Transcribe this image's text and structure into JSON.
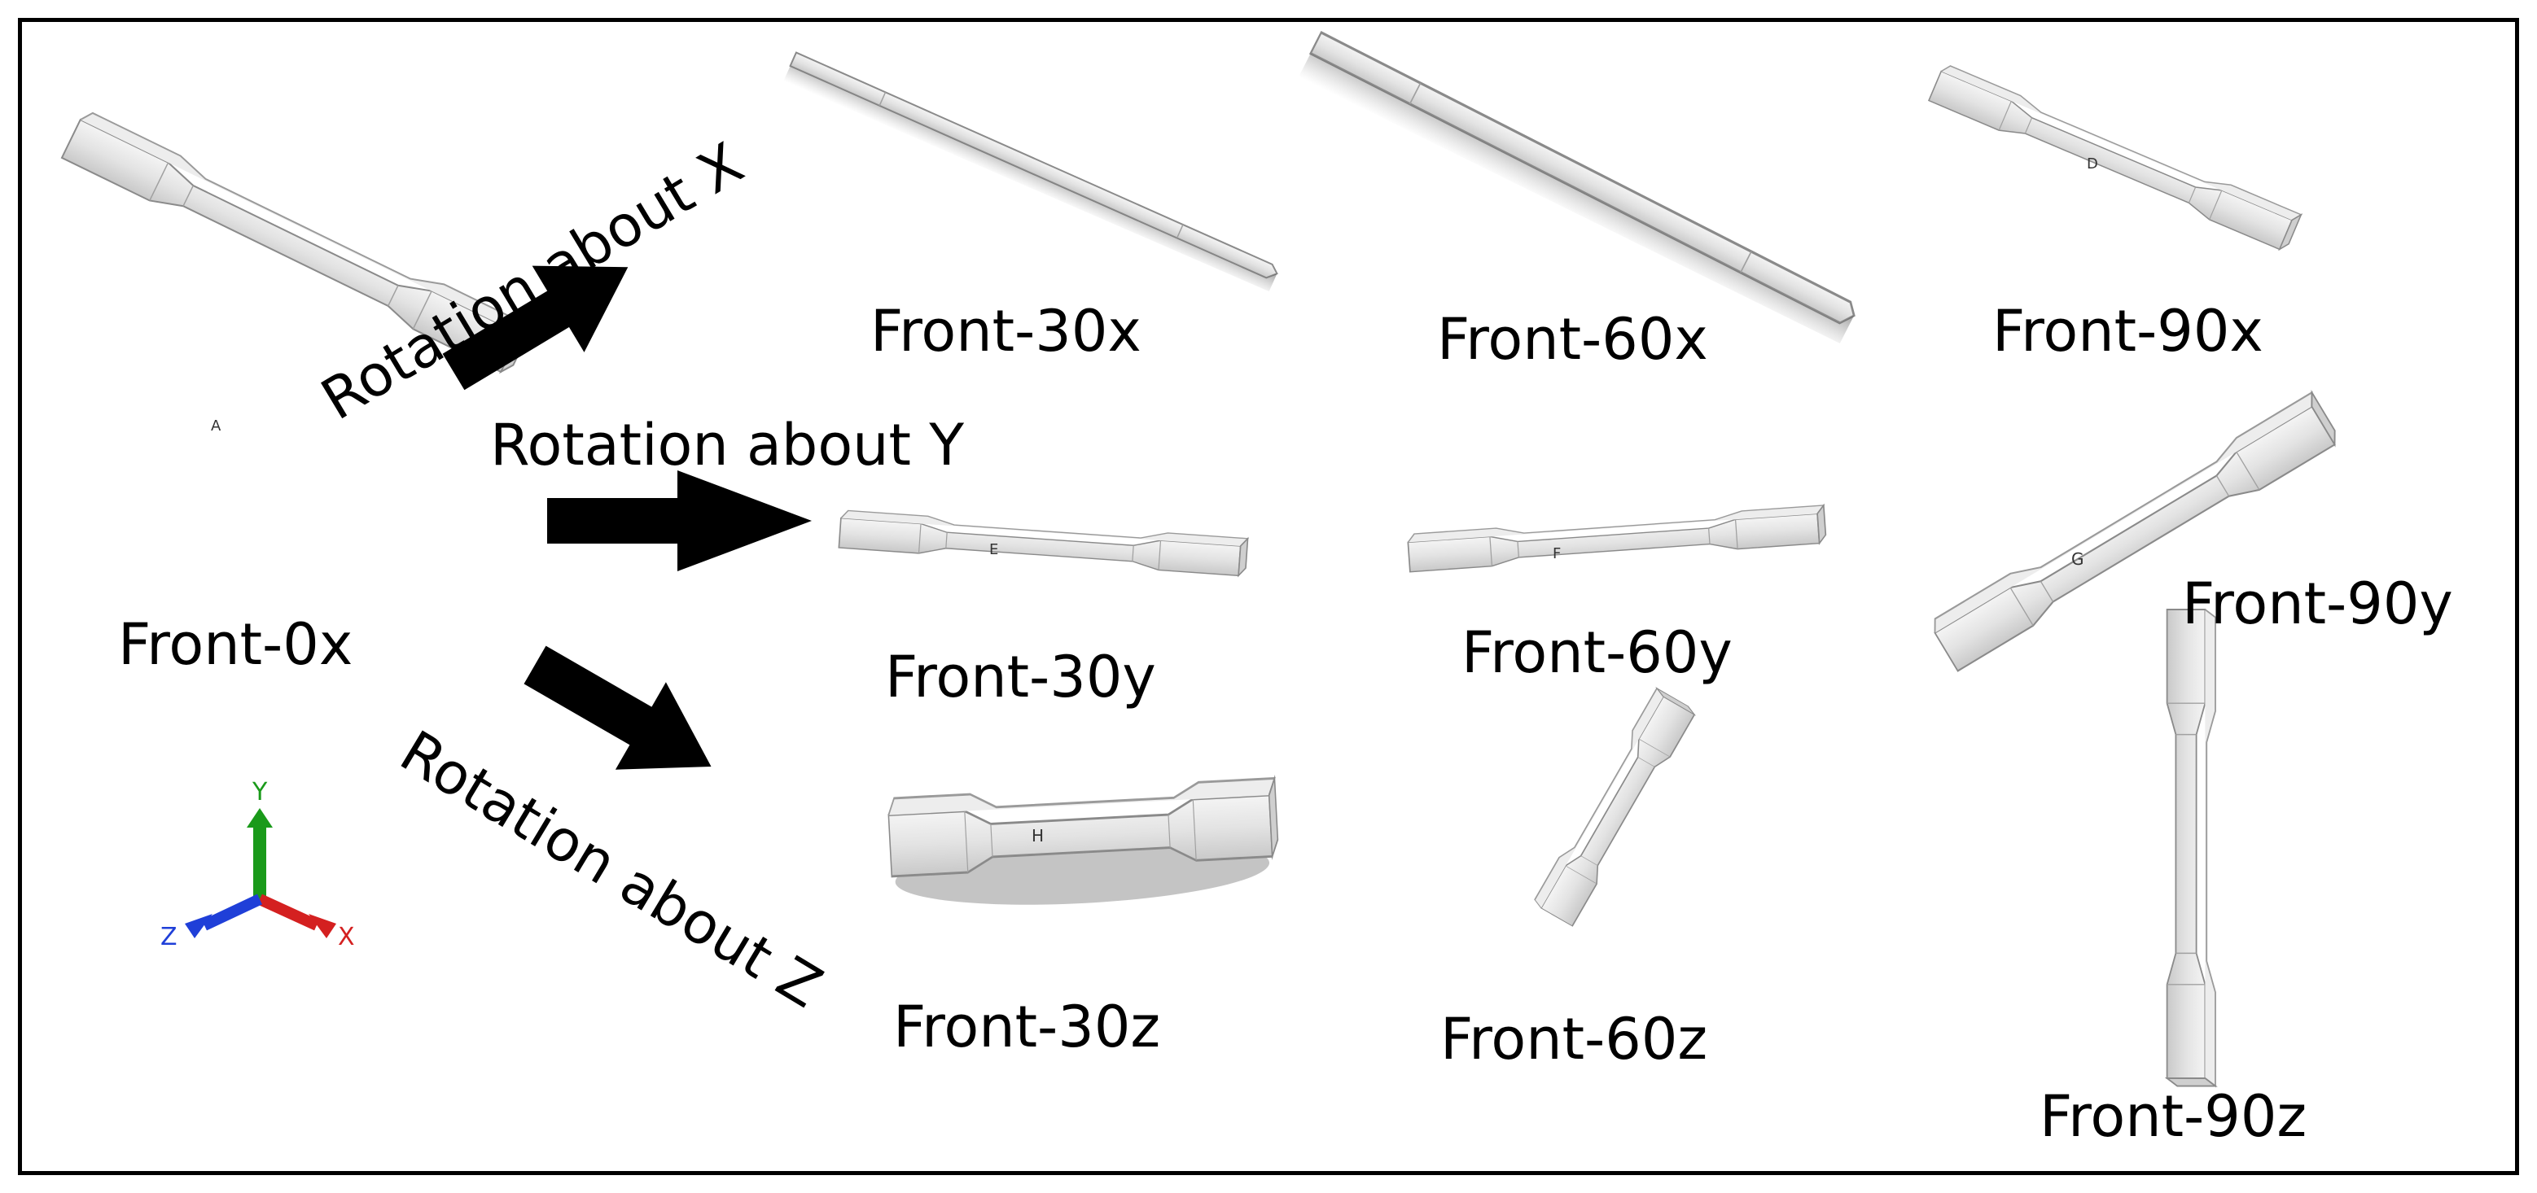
{
  "labels": {
    "front_0x": "Front-0x",
    "front_30x": "Front-30x",
    "front_60x": "Front-60x",
    "front_90x": "Front-90x",
    "front_30y": "Front-30y",
    "front_60y": "Front-60y",
    "front_90y": "Front-90y",
    "front_30z": "Front-30z",
    "front_60z": "Front-60z",
    "front_90z": "Front-90z"
  },
  "rotations": {
    "x": "Rotation about X",
    "y": "Rotation about Y",
    "z": "Rotation about Z"
  },
  "specimen_marks": {
    "front_0x": "A",
    "front_90x": "D",
    "front_30y": "E",
    "front_60y": "F",
    "front_90y": "G",
    "front_30z": "H"
  },
  "triad": {
    "x": "X",
    "y": "Y",
    "z": "Z",
    "x_color": "#d42020",
    "y_color": "#1a9a1a",
    "z_color": "#1f3fd8"
  }
}
